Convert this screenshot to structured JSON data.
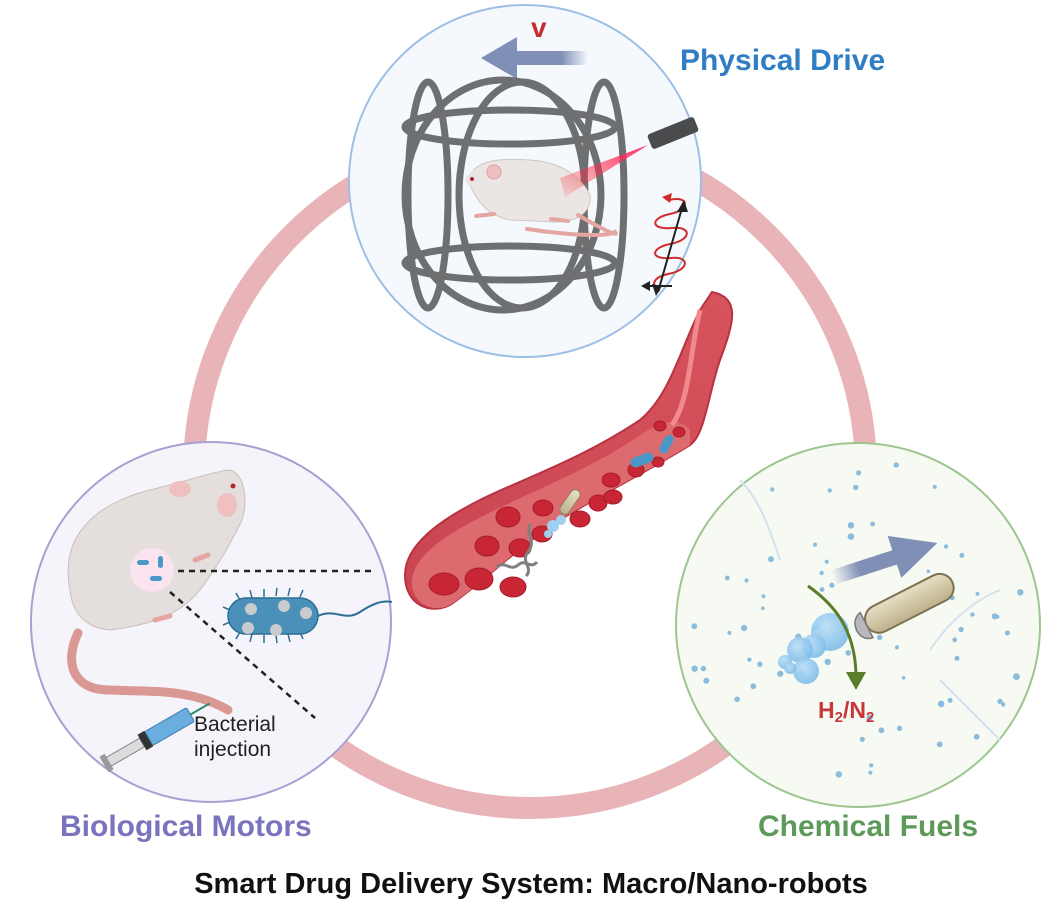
{
  "figure": {
    "title": "Smart Drug Delivery System: Macro/Nano-robots",
    "colors": {
      "ring": "#e8b4b8",
      "physical": "#2f7dc3",
      "biological": "#7a73bd",
      "chemical": "#5d9a5a",
      "accent_red": "#c0302d"
    }
  },
  "panels": {
    "physical": {
      "label": "Physical Drive",
      "velocity_symbol": "v",
      "icons": [
        "magnetic-coil-cage-icon",
        "mouse-icon",
        "laser-icon",
        "helical-microrobot-icon",
        "velocity-arrow-icon"
      ]
    },
    "biological": {
      "label": "Biological Motors",
      "annotation_line1": "Bacterial",
      "annotation_line2": "injection",
      "icons": [
        "rat-icon",
        "bacterium-icon",
        "syringe-icon"
      ]
    },
    "chemical": {
      "label": "Chemical Fuels",
      "gas_H": "H",
      "gas_sub1": "2",
      "gas_sep": "/N",
      "gas_sub2": "2",
      "icons": [
        "capsule-robot-icon",
        "bubbles-icon",
        "direction-arrow-icon"
      ]
    },
    "center": {
      "icons": [
        "blood-vessel-icon",
        "red-blood-cell-icon"
      ]
    }
  }
}
